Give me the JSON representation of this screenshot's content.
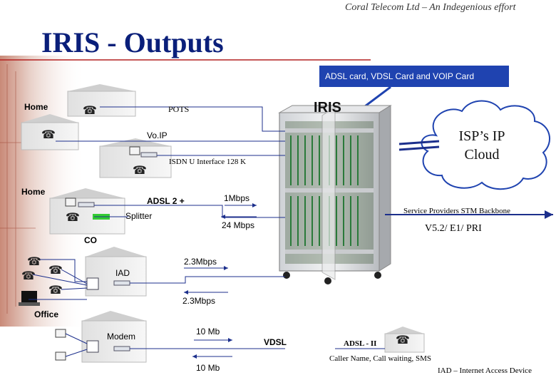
{
  "header": {
    "company_tagline": "Coral Telecom Ltd – An Indegenious effort",
    "title": "IRIS - Outputs"
  },
  "labels": {
    "cards_banner": "ADSL card, VDSL Card and  VOIP Card",
    "iris": "IRIS",
    "home_top": "Home",
    "pots": "POTS",
    "voip": "Vo.IP",
    "isdn": "ISDN U Interface 128 K",
    "home_mid": "Home",
    "adsl2": "ADSL 2 +",
    "speed_1m": "1Mbps",
    "splitter": "Splitter",
    "speed_24m": "24 Mbps",
    "co": "CO",
    "speed_23_a": "2.3Mbps",
    "iad": "IAD",
    "speed_23_b": "2.3Mbps",
    "office": "Office",
    "modem": "Modem",
    "speed_10_a": "10 Mb",
    "speed_10_b": "10 Mb",
    "vdsl": "VDSL",
    "adsl_ii": "ADSL - II",
    "isp_cloud": "ISP’s IP Cloud",
    "stm_backbone": "Service Providers STM Backbone",
    "v52": "V5.2/ E1/ PRI",
    "caller": "Caller Name,  Call waiting, SMS",
    "iad_def": "IAD – Internet Access Device"
  },
  "colors": {
    "title": "#0a1f7a",
    "banner": "#1f43b0",
    "line": "#1c2f8c",
    "splitter": "#33cc33"
  }
}
